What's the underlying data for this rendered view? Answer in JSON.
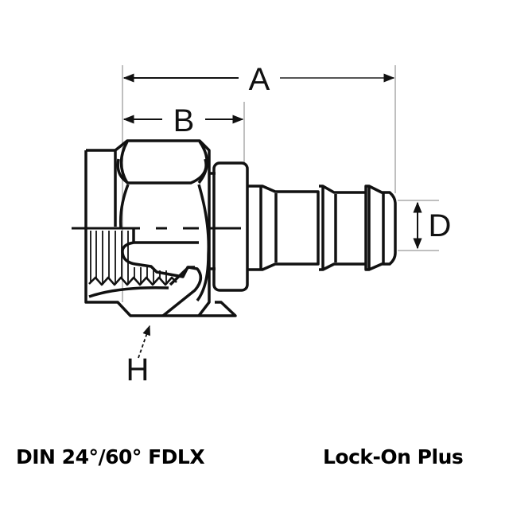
{
  "dimensions": {
    "a": "A",
    "b": "B",
    "d": "D",
    "h": "H"
  },
  "caption": {
    "standard": "DIN 24°/60° FDLX",
    "product": "Lock-On Plus"
  },
  "colors": {
    "line": "#111111",
    "dim_line": "#999999",
    "background": "#ffffff"
  }
}
